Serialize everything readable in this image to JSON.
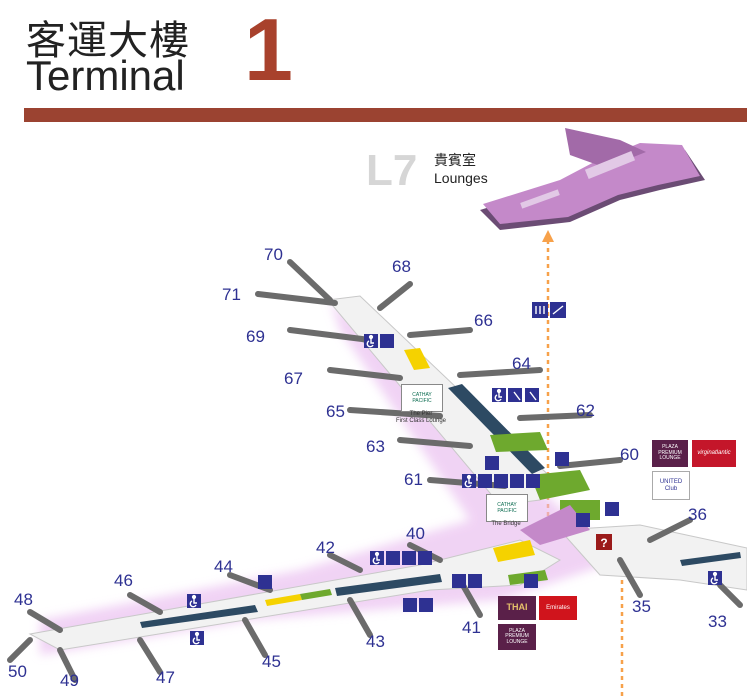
{
  "title": {
    "chinese": "客運大樓",
    "english": "Terminal",
    "number": "1"
  },
  "lounges_level": {
    "level": "L7",
    "chinese": "貴賓室",
    "english": "Lounges"
  },
  "gates": [
    "70",
    "68",
    "71",
    "66",
    "69",
    "64",
    "67",
    "62",
    "65",
    "63",
    "60",
    "61",
    "36",
    "40",
    "42",
    "44",
    "46",
    "48",
    "35",
    "41",
    "43",
    "45",
    "47",
    "49",
    "50",
    "33"
  ],
  "brands": {
    "plaza_premium": "PLAZA PREMIUM LOUNGE",
    "virgin": "virginatlantic",
    "united": "UNITED Club",
    "thai": "THAI",
    "emirates": "Emirates",
    "cathay_pier": "CATHAY PACIFIC",
    "cathay_bridge": "CATHAY PACIFIC"
  },
  "captions": {
    "pier": "The Pier\nFirst Class Lounge",
    "bridge": "The Bridge"
  },
  "colors": {
    "brand_red": "#9b4331",
    "gate_blue": "#2e3192",
    "sign_blue": "#2e3192",
    "green_area": "#6ea92e",
    "yellow_area": "#f5d200",
    "lounge_purple": "#b57fbf",
    "escalator_orange": "#f7a14a"
  },
  "icons": [
    "accessible-icon",
    "escalator-icon",
    "lift-icon",
    "toilet-icon",
    "water-icon",
    "smoking-icon",
    "baby-icon",
    "phone-icon",
    "info-icon",
    "mail-icon"
  ]
}
